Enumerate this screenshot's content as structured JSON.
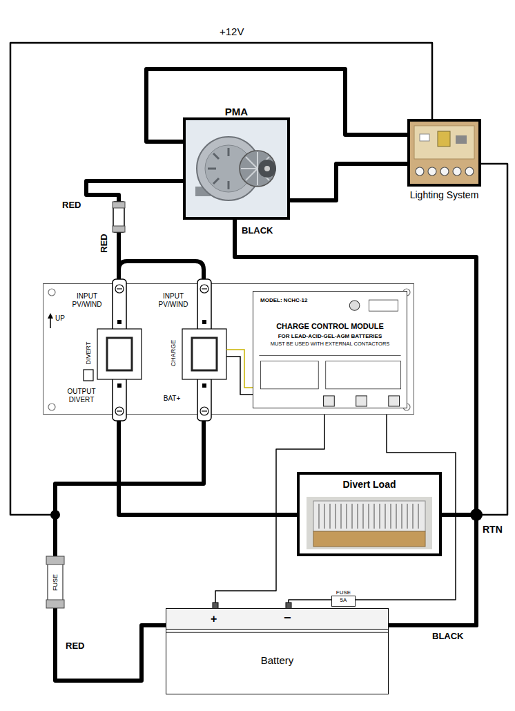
{
  "diagram": {
    "nodes": [
      {
        "text": [
          "PMA"
        ]
      },
      {
        "text": [
          "Lighting System"
        ]
      },
      {
        "text": [
          "INPUT PV/WIND",
          "INPUT PV/WIND",
          "UP",
          "DIVERT",
          "CHARGE",
          "OUTPUT DIVERT",
          "BAT+"
        ]
      },
      {
        "text": [
          "MODEL: NCHC-12",
          "CHARGE CONTROL MODULE",
          "FOR LEAD-ACID-GEL-AGM BATTERIES",
          "MUST BE USED WITH EXTERNAL CONTACTORS"
        ],
        "in": 2
      },
      {
        "text": [
          "Divert Load"
        ]
      },
      {
        "text": [
          "FUSE"
        ]
      },
      {
        "text": [
          "FUSE",
          "5A"
        ]
      },
      {
        "text": [
          "Battery",
          "+",
          "−"
        ]
      }
    ],
    "edges": [
      {
        "from": 0,
        "to": 1,
        "arrow": "none"
      },
      {
        "from": 0,
        "to": 1,
        "arrow": "none"
      },
      {
        "from": 0,
        "to": 2,
        "arrow": "none"
      },
      {
        "from": 2,
        "to": 4,
        "arrow": "none"
      },
      {
        "from": 2,
        "to": 5,
        "arrow": "none"
      },
      {
        "from": 1,
        "to": 5,
        "arrow": "none"
      },
      {
        "from": 5,
        "to": 7,
        "arrow": "none"
      },
      {
        "from": 4,
        "to": 7,
        "arrow": "none"
      },
      {
        "from": 0,
        "to": 7,
        "arrow": "none"
      },
      {
        "from": 1,
        "to": 7,
        "arrow": "none"
      },
      {
        "from": 3,
        "to": 6,
        "arrow": "none"
      },
      {
        "from": 6,
        "to": 7,
        "arrow": "none"
      },
      {
        "from": 3,
        "to": 7,
        "arrow": "none"
      }
    ],
    "labels": [
      "+12V",
      "RED",
      "RED",
      "BLACK",
      "RTN",
      "RED",
      "BLACK"
    ]
  }
}
